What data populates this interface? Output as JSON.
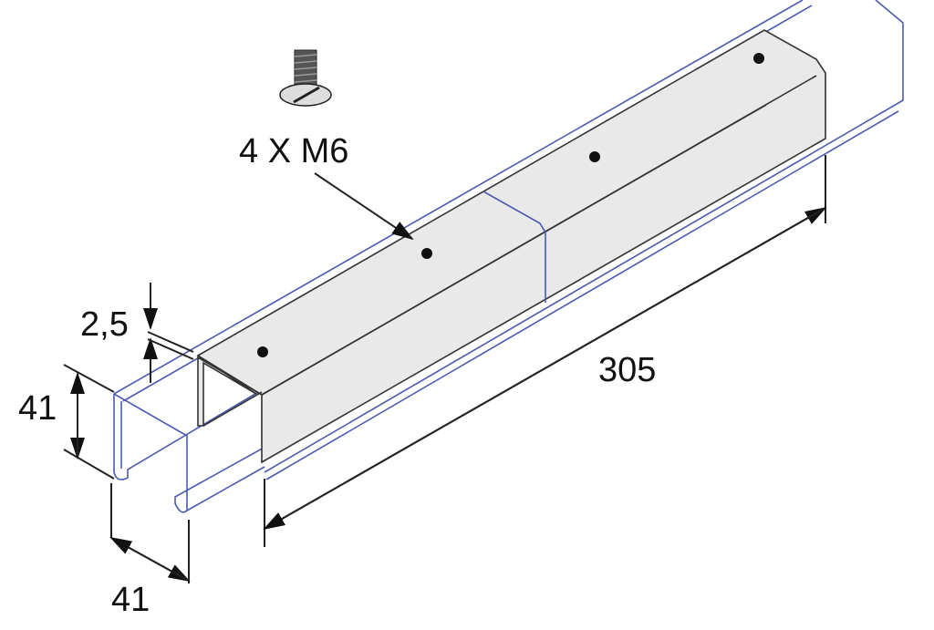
{
  "diagram": {
    "labels": {
      "fastener": "4 X M6",
      "thickness": "2,5",
      "height": "41",
      "width": "41",
      "length": "305"
    },
    "colors": {
      "channel_outline": "#4a5bb0",
      "plate_fill": "#e9e9e9",
      "dimension_lines": "#222222"
    },
    "icons": [
      "screw-icon"
    ]
  }
}
